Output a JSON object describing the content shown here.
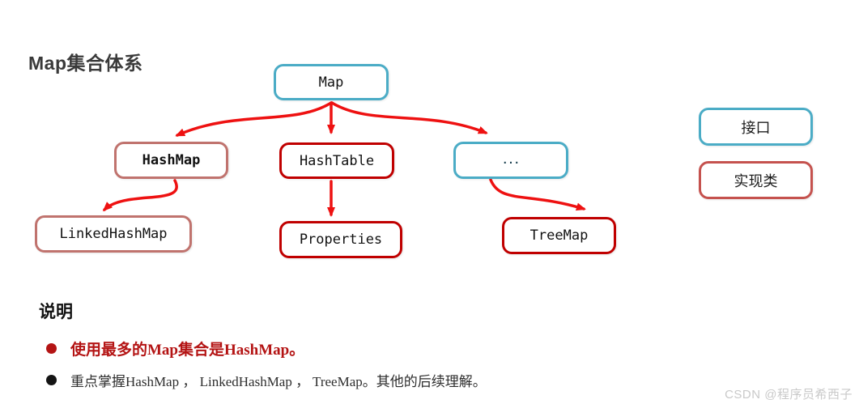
{
  "page": {
    "title": "Map集合体系"
  },
  "diagram": {
    "nodes": [
      {
        "id": "map",
        "label": "Map",
        "kind": "interface"
      },
      {
        "id": "hashmap",
        "label": "HashMap",
        "kind": "implementation-light"
      },
      {
        "id": "hashtable",
        "label": "HashTable",
        "kind": "implementation"
      },
      {
        "id": "ellipsis",
        "label": "...",
        "kind": "interface"
      },
      {
        "id": "linkedhashmap",
        "label": "LinkedHashMap",
        "kind": "implementation-light"
      },
      {
        "id": "properties",
        "label": "Properties",
        "kind": "implementation"
      },
      {
        "id": "treemap",
        "label": "TreeMap",
        "kind": "implementation"
      }
    ],
    "edges": [
      {
        "from": "map",
        "to": "hashmap"
      },
      {
        "from": "map",
        "to": "hashtable"
      },
      {
        "from": "map",
        "to": "ellipsis"
      },
      {
        "from": "hashmap",
        "to": "linkedhashmap"
      },
      {
        "from": "hashtable",
        "to": "properties"
      },
      {
        "from": "ellipsis",
        "to": "treemap"
      }
    ],
    "legend": [
      {
        "label": "接口",
        "kind": "interface"
      },
      {
        "label": "实现类",
        "kind": "implementation"
      }
    ]
  },
  "notes": {
    "heading": "说明",
    "items": [
      {
        "text": "使用最多的Map集合是HashMap。",
        "emphasis": "red-bold"
      },
      {
        "text": "重点掌握HashMap ， LinkedHashMap ， TreeMap。其他的后续理解。",
        "emphasis": "none"
      }
    ]
  },
  "watermark": "CSDN @程序员希西子",
  "colors": {
    "interface_border": "#4bacc6",
    "implementation_border": "#c00000",
    "implementation_light_border": "#c0736e",
    "legend_implementation_border": "#c5524e",
    "arrow": "#ee1111",
    "emphasis_text": "#b41414"
  }
}
